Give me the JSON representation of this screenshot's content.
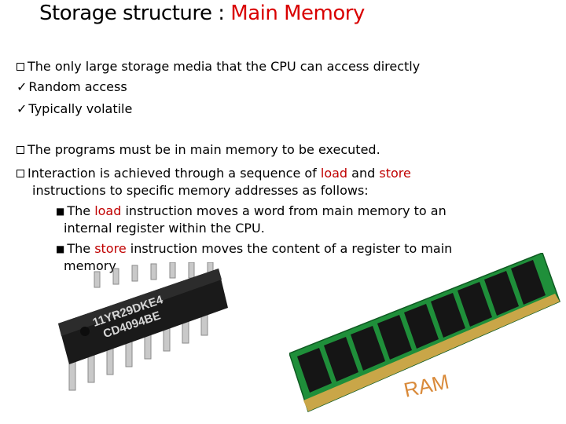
{
  "slide": {
    "title_main": "Storage structure : ",
    "title_accent": "Main Memory",
    "bullets": {
      "b1": "The only large storage media that the CPU can access directly",
      "b1a": "Random access",
      "b1b": "Typically volatile",
      "b2": "The programs must be in main memory to be executed.",
      "b3_pre": "Interaction is achieved through a sequence of ",
      "b3_load": "load",
      "b3_and": " and ",
      "b3_store": "store",
      "b3_line2": "instructions to specific memory addresses as follows:",
      "s1_pre": "The ",
      "s1_word": "load",
      "s1_post": " instruction moves a word from main memory to an",
      "s1_line2": "internal register within the CPU.",
      "s2_pre": "The ",
      "s2_word": "store",
      "s2_post": " instruction moves the content of a register to main",
      "s2_line2": "memory."
    }
  },
  "images": {
    "chip_line1": "11YR29DKE4",
    "chip_line2": "CD4094BE",
    "ram_label": "RAM"
  },
  "colors": {
    "accent": "#d90000",
    "keyword": "#c00000"
  }
}
